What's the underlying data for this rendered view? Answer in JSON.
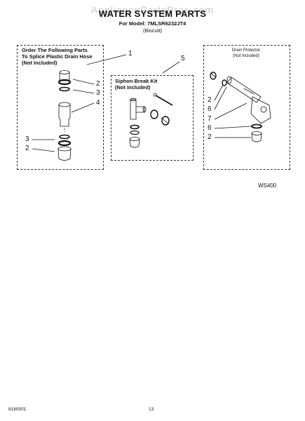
{
  "watermark": "AppliancePartsPros.com",
  "header": {
    "title": "WATER SYSTEM PARTS",
    "model_line": "For Model: 7MLSR6232JT4",
    "color_line": "(Biscuit)"
  },
  "boxes": {
    "left_label": [
      "Order The Following Parts",
      "To Splice Plastic Drain Hose",
      "(Not Included)"
    ],
    "siphon_label": [
      "Siphon Break Kit",
      "(Not Included)"
    ],
    "drain_label": [
      "Drain Protector",
      "(Not Included)"
    ]
  },
  "callouts": {
    "left_top": "1",
    "left_2a": "2",
    "left_3a": "3",
    "left_4": "4",
    "left_3b": "3",
    "left_2b": "2",
    "siphon_5": "5",
    "drain_2a": "2",
    "drain_6a": "6",
    "drain_7": "7",
    "drain_6b": "6",
    "drain_2b": "2"
  },
  "ws_code": "WS400",
  "footer": {
    "doc_number": "8180001",
    "page_number": "13"
  }
}
